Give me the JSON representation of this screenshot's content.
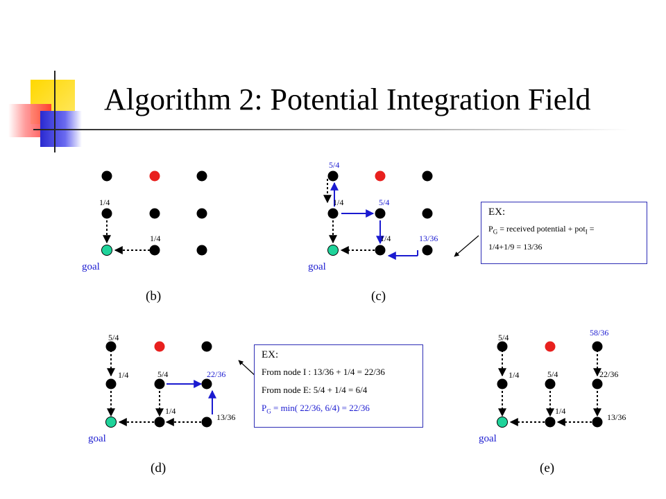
{
  "title": "Algorithm 2: Potential Integration Field",
  "colors": {
    "node": "#000000",
    "goal": "#1fd39a",
    "start": "#e8201e",
    "blue": "#1a1ad0",
    "box_border": "#2b2bb5"
  },
  "panels": {
    "b": {
      "caption": "(b)",
      "goal": "goal",
      "l1": "1/4",
      "l2": "1/4"
    },
    "c": {
      "caption": "(c)",
      "goal": "goal",
      "top": "5/4",
      "l1": "1/4",
      "m1": "5/4",
      "l2": "1/4",
      "r": "13/36"
    },
    "d": {
      "caption": "(d)",
      "goal": "goal",
      "top": "5/4",
      "l1": "1/4",
      "m1": "5/4",
      "r1": "22/36",
      "l2": "1/4",
      "r2": "13/36"
    },
    "e": {
      "caption": "(e)",
      "goal": "goal",
      "top": "5/4",
      "topright": "58/36",
      "l1": "1/4",
      "m1": "5/4",
      "r1": "22/36",
      "l2": "1/4",
      "r2": "13/36"
    }
  },
  "box_c": {
    "head": "EX:",
    "line1_a": "P",
    "line1_sub_g": "G",
    "line1_b": " = received potential + pot",
    "line1_sub_i": "I",
    "line1_c": " =",
    "line2": "1/4+1/9 = 13/36"
  },
  "box_d": {
    "head": "EX:",
    "line1": "From node I : 13/36 + 1/4 = 22/36",
    "line2": "From node E: 5/4 + 1/4 = 6/4",
    "line3_a": "P",
    "line3_sub": "G",
    "line3_b": " = min( 22/36, 6/4) = 22/36"
  }
}
